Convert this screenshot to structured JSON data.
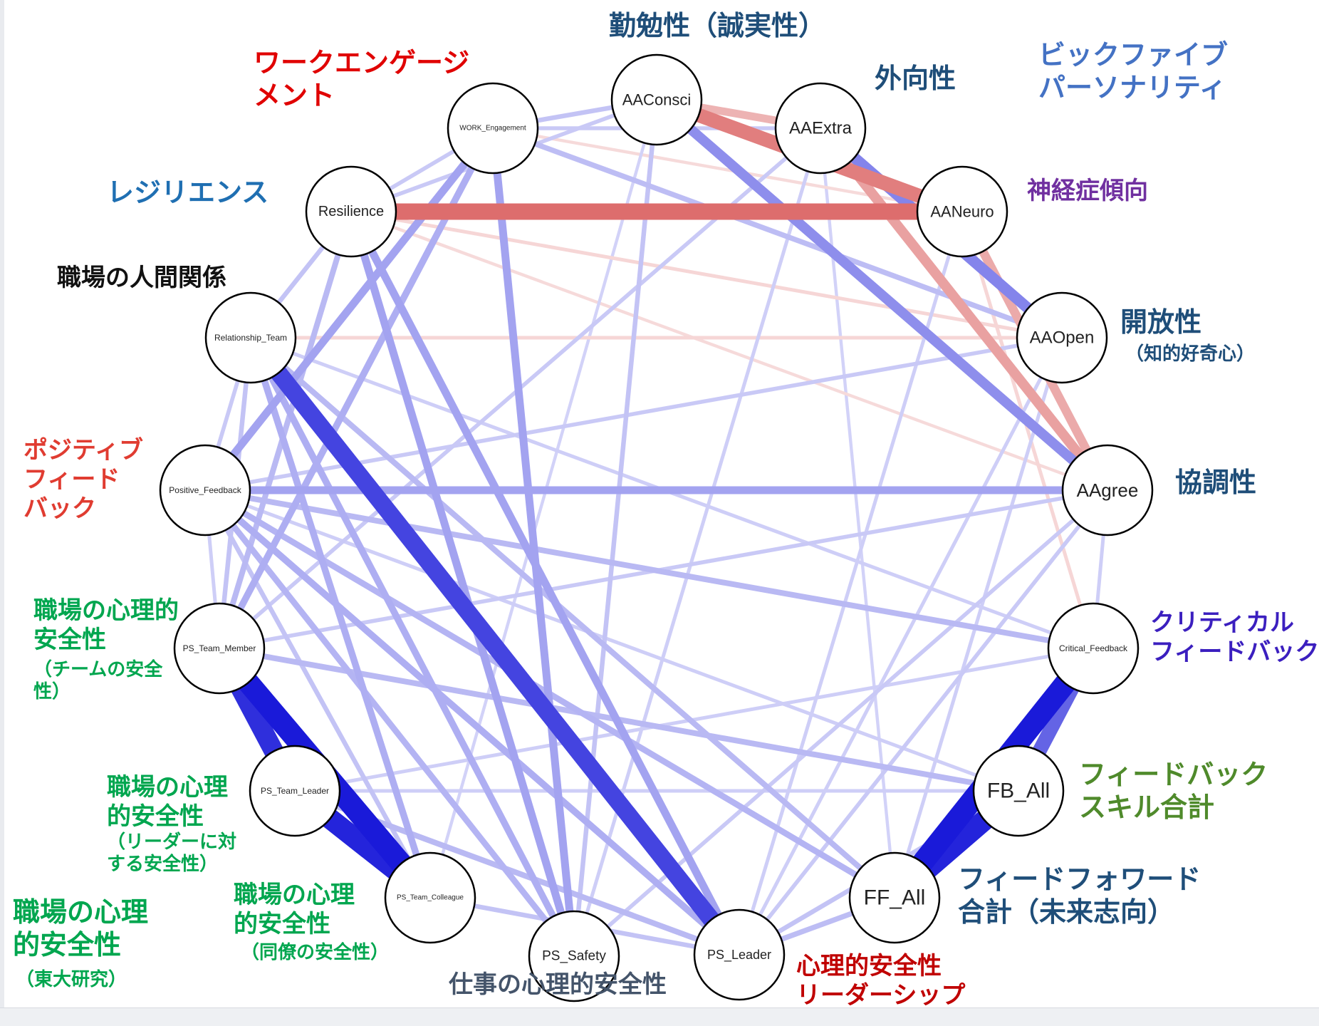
{
  "nodes": [
    {
      "id": "AAConsci",
      "label": "AAConsci",
      "fs": 22
    },
    {
      "id": "AAExtra",
      "label": "AAExtra",
      "fs": 24
    },
    {
      "id": "AANeuro",
      "label": "AANeuro",
      "fs": 22
    },
    {
      "id": "AAOpen",
      "label": "AAOpen",
      "fs": 24
    },
    {
      "id": "AAgree",
      "label": "AAgree",
      "fs": 26
    },
    {
      "id": "Critical_Feedback",
      "label": "Critical_Feedback",
      "fs": 12
    },
    {
      "id": "FB_All",
      "label": "FB_All",
      "fs": 30
    },
    {
      "id": "FF_All",
      "label": "FF_All",
      "fs": 30
    },
    {
      "id": "PS_Leader",
      "label": "PS_Leader",
      "fs": 18
    },
    {
      "id": "PS_Safety",
      "label": "PS_Safety",
      "fs": 19
    },
    {
      "id": "PS_Team_Colleague",
      "label": "PS_Team_Colleague",
      "fs": 10
    },
    {
      "id": "PS_Team_Leader",
      "label": "PS_Team_Leader",
      "fs": 12
    },
    {
      "id": "PS_Team_Member",
      "label": "PS_Team_Member",
      "fs": 12
    },
    {
      "id": "Positive_Feedback",
      "label": "Positive_Feedback",
      "fs": 12
    },
    {
      "id": "Relationship_Team",
      "label": "Relationship_Team",
      "fs": 12
    },
    {
      "id": "Resilience",
      "label": "Resilience",
      "fs": 20
    },
    {
      "id": "WORK_Engagement",
      "label": "WORK_Engagement",
      "fs": 10
    }
  ],
  "edges": [
    {
      "a": "PS_Team_Member",
      "b": "PS_Team_Colleague",
      "sign": "pos",
      "w": 0.95
    },
    {
      "a": "PS_Team_Member",
      "b": "PS_Team_Leader",
      "sign": "pos",
      "w": 0.85
    },
    {
      "a": "PS_Team_Leader",
      "b": "PS_Team_Colleague",
      "sign": "pos",
      "w": 0.9
    },
    {
      "a": "Critical_Feedback",
      "b": "FF_All",
      "sign": "pos",
      "w": 0.95
    },
    {
      "a": "FB_All",
      "b": "FF_All",
      "sign": "pos",
      "w": 0.9
    },
    {
      "a": "Critical_Feedback",
      "b": "FB_All",
      "sign": "pos",
      "w": 0.6
    },
    {
      "a": "Relationship_Team",
      "b": "PS_Leader",
      "sign": "pos",
      "w": 0.75
    },
    {
      "a": "Resilience",
      "b": "AANeuro",
      "sign": "neg",
      "w": 0.7
    },
    {
      "a": "AAConsci",
      "b": "AANeuro",
      "sign": "neg",
      "w": 0.6
    },
    {
      "a": "AAExtra",
      "b": "AAgree",
      "sign": "neg",
      "w": 0.4
    },
    {
      "a": "AANeuro",
      "b": "AAgree",
      "sign": "neg",
      "w": 0.35
    },
    {
      "a": "AAExtra",
      "b": "AAOpen",
      "sign": "pos",
      "w": 0.45
    },
    {
      "a": "AAConsci",
      "b": "AAgree",
      "sign": "pos",
      "w": 0.4
    },
    {
      "a": "AAConsci",
      "b": "AAExtra",
      "sign": "neg",
      "w": 0.3
    },
    {
      "a": "Positive_Feedback",
      "b": "AAgree",
      "sign": "pos",
      "w": 0.3
    },
    {
      "a": "Resilience",
      "b": "PS_Safety",
      "sign": "pos",
      "w": 0.3
    },
    {
      "a": "Resilience",
      "b": "PS_Leader",
      "sign": "pos",
      "w": 0.3
    },
    {
      "a": "WORK_Engagement",
      "b": "PS_Safety",
      "sign": "pos",
      "w": 0.3
    },
    {
      "a": "WORK_Engagement",
      "b": "Positive_Feedback",
      "sign": "pos",
      "w": 0.3
    },
    {
      "a": "WORK_Engagement",
      "b": "PS_Team_Member",
      "sign": "pos",
      "w": 0.25
    },
    {
      "a": "Resilience",
      "b": "PS_Team_Member",
      "sign": "pos",
      "w": 0.2
    },
    {
      "a": "Relationship_Team",
      "b": "PS_Safety",
      "sign": "pos",
      "w": 0.25
    },
    {
      "a": "Positive_Feedback",
      "b": "PS_Leader",
      "sign": "pos",
      "w": 0.25
    },
    {
      "a": "Positive_Feedback",
      "b": "FF_All",
      "sign": "pos",
      "w": 0.22
    },
    {
      "a": "Positive_Feedback",
      "b": "Critical_Feedback",
      "sign": "pos",
      "w": 0.2
    },
    {
      "a": "PS_Team_Member",
      "b": "FB_All",
      "sign": "pos",
      "w": 0.2
    },
    {
      "a": "Relationship_Team",
      "b": "FF_All",
      "sign": "pos",
      "w": 0.2
    },
    {
      "a": "Relationship_Team",
      "b": "PS_Team_Colleague",
      "sign": "pos",
      "w": 0.25
    },
    {
      "a": "PS_Team_Leader",
      "b": "PS_Leader",
      "sign": "pos",
      "w": 0.2
    },
    {
      "a": "PS_Team_Colleague",
      "b": "PS_Leader",
      "sign": "pos",
      "w": 0.15
    },
    {
      "a": "PS_Safety",
      "b": "Positive_Feedback",
      "sign": "pos",
      "w": 0.22
    },
    {
      "a": "PS_Leader",
      "b": "FF_All",
      "sign": "pos",
      "w": 0.18
    },
    {
      "a": "PS_Leader",
      "b": "FB_All",
      "sign": "pos",
      "w": 0.15
    },
    {
      "a": "AAConsci",
      "b": "PS_Safety",
      "sign": "pos",
      "w": 0.15
    },
    {
      "a": "AAConsci",
      "b": "WORK_Engagement",
      "sign": "pos",
      "w": 0.15
    },
    {
      "a": "WORK_Engagement",
      "b": "AAOpen",
      "sign": "pos",
      "w": 0.18
    },
    {
      "a": "AAExtra",
      "b": "WORK_Engagement",
      "sign": "pos",
      "w": 0.12
    },
    {
      "a": "Resilience",
      "b": "AAOpen",
      "sign": "neg",
      "w": 0.1
    },
    {
      "a": "Relationship_Team",
      "b": "AAOpen",
      "sign": "neg",
      "w": 0.1
    },
    {
      "a": "AAConsci",
      "b": "Resilience",
      "sign": "pos",
      "w": 0.12
    },
    {
      "a": "AAExtra",
      "b": "PS_Team_Member",
      "sign": "pos",
      "w": 0.12
    },
    {
      "a": "AAgree",
      "b": "PS_Safety",
      "sign": "pos",
      "w": 0.12
    },
    {
      "a": "AAgree",
      "b": "PS_Team_Member",
      "sign": "pos",
      "w": 0.12
    },
    {
      "a": "AAOpen",
      "b": "Positive_Feedback",
      "sign": "pos",
      "w": 0.12
    },
    {
      "a": "Critical_Feedback",
      "b": "PS_Team_Leader",
      "sign": "pos",
      "w": 0.1
    },
    {
      "a": "Critical_Feedback",
      "b": "Relationship_Team",
      "sign": "pos",
      "w": 0.1
    },
    {
      "a": "Positive_Feedback",
      "b": "PS_Team_Colleague",
      "sign": "pos",
      "w": 0.15
    },
    {
      "a": "PS_Team_Leader",
      "b": "FB_All",
      "sign": "pos",
      "w": 0.1
    },
    {
      "a": "Relationship_Team",
      "b": "PS_Team_Member",
      "sign": "pos",
      "w": 0.15
    },
    {
      "a": "Resilience",
      "b": "Relationship_Team",
      "sign": "pos",
      "w": 0.15
    },
    {
      "a": "Positive_Feedback",
      "b": "PS_Safety",
      "sign": "pos",
      "w": 0.12
    },
    {
      "a": "AANeuro",
      "b": "Critical_Feedback",
      "sign": "neg",
      "w": 0.1
    },
    {
      "a": "AANeuro",
      "b": "PS_Leader",
      "sign": "pos",
      "w": 0.1
    },
    {
      "a": "AAExtra",
      "b": "PS_Safety",
      "sign": "pos",
      "w": 0.1
    },
    {
      "a": "AAOpen",
      "b": "FF_All",
      "sign": "pos",
      "w": 0.1
    },
    {
      "a": "AAExtra",
      "b": "FF_All",
      "sign": "pos",
      "w": 0.08
    },
    {
      "a": "AAgree",
      "b": "PS_Leader",
      "sign": "pos",
      "w": 0.12
    },
    {
      "a": "Resilience",
      "b": "AAgree",
      "sign": "neg",
      "w": 0.08
    },
    {
      "a": "WORK_Engagement",
      "b": "AANeuro",
      "sign": "neg",
      "w": 0.08
    },
    {
      "a": "AAgree",
      "b": "Critical_Feedback",
      "sign": "pos",
      "w": 0.1
    },
    {
      "a": "Relationship_Team",
      "b": "Positive_Feedback",
      "sign": "pos",
      "w": 0.12
    },
    {
      "a": "PS_Team_Member",
      "b": "Positive_Feedback",
      "sign": "pos",
      "w": 0.1
    },
    {
      "a": "WORK_Engagement",
      "b": "Resilience",
      "sign": "pos",
      "w": 0.12
    },
    {
      "a": "AAConsci",
      "b": "PS_Team_Colleague",
      "sign": "pos",
      "w": 0.08
    },
    {
      "a": "AAOpen",
      "b": "PS_Leader",
      "sign": "pos",
      "w": 0.1
    },
    {
      "a": "Positive_Feedback",
      "b": "FB_All",
      "sign": "pos",
      "w": 0.1
    }
  ],
  "labels": [
    {
      "key": "AAConsci",
      "lines": [
        "勤勉性（誠実性）"
      ],
      "color": "#1f4e79",
      "cls": "lg"
    },
    {
      "key": "AAExtra",
      "lines": [
        "外向性"
      ],
      "color": "#1f4e79",
      "cls": "lg"
    },
    {
      "key": "bigfive",
      "lines": [
        "ビックファイブ",
        "パーソナリティ"
      ],
      "color": "#4472c4",
      "cls": "lg"
    },
    {
      "key": "WORK_Engagement",
      "lines": [
        "ワークエンゲージ",
        "メント"
      ],
      "color": "#e00000",
      "cls": "lg"
    },
    {
      "key": "Resilience",
      "lines": [
        "レジリエンス"
      ],
      "color": "#1f6fb2",
      "cls": "lg"
    },
    {
      "key": "AANeuro",
      "lines": [
        "神経症傾向"
      ],
      "color": "#7030a0",
      "cls": "md"
    },
    {
      "key": "Relationship_Team",
      "lines": [
        "職場の人間関係"
      ],
      "color": "#111111",
      "cls": "md"
    },
    {
      "key": "AAOpen",
      "lines": [
        "開放性"
      ],
      "color": "#1f4e79",
      "cls": "lg"
    },
    {
      "key": "AAOpen_sub",
      "lines": [
        "（知的好奇心）"
      ],
      "color": "#1f4e79",
      "cls": "sm"
    },
    {
      "key": "Positive_Feedback",
      "lines": [
        "ポジティブ",
        "フィード",
        "バック"
      ],
      "color": "#e03c31",
      "cls": "md"
    },
    {
      "key": "AAgree",
      "lines": [
        "協調性"
      ],
      "color": "#1f4e79",
      "cls": "lg"
    },
    {
      "key": "PS_Team_Member",
      "lines": [
        "職場の心理的",
        "安全性"
      ],
      "color": "#00a64f",
      "cls": "md"
    },
    {
      "key": "PS_Team_Member_sub",
      "lines": [
        "（チームの安全",
        "性）"
      ],
      "color": "#00a64f",
      "cls": "sm"
    },
    {
      "key": "Critical_Feedback",
      "lines": [
        "クリティカル",
        "フィードバック"
      ],
      "color": "#3b1fbf",
      "cls": "md"
    },
    {
      "key": "PS_Team_Leader",
      "lines": [
        "職場の心理",
        "的安全性"
      ],
      "color": "#00a64f",
      "cls": "md"
    },
    {
      "key": "PS_Team_Leader_sub",
      "lines": [
        "（リーダーに対",
        "する安全性）"
      ],
      "color": "#00a64f",
      "cls": "sm"
    },
    {
      "key": "FB_All",
      "lines": [
        "フィードバック",
        "スキル合計"
      ],
      "color": "#4f8a2b",
      "cls": "lg"
    },
    {
      "key": "FF_All",
      "lines": [
        "フィードフォワード",
        "合計（未来志向）"
      ],
      "color": "#1f4e79",
      "cls": "lg"
    },
    {
      "key": "PS_Team_Colleague",
      "lines": [
        "職場の心理",
        "的安全性"
      ],
      "color": "#00a64f",
      "cls": "md"
    },
    {
      "key": "PS_Team_Colleague_sub",
      "lines": [
        "（同僚の安全性）"
      ],
      "color": "#00a64f",
      "cls": "sm"
    },
    {
      "key": "todai",
      "lines": [
        "職場の心理",
        "的安全性"
      ],
      "color": "#00a64f",
      "cls": "lg"
    },
    {
      "key": "todai_sub",
      "lines": [
        "（東大研究）"
      ],
      "color": "#00a64f",
      "cls": "sm"
    },
    {
      "key": "PS_Safety",
      "lines": [
        "仕事の心理的安全性"
      ],
      "color": "#44546a",
      "cls": "md"
    },
    {
      "key": "PS_Leader",
      "lines": [
        "心理的安全性",
        "リーダーシップ"
      ],
      "color": "#c00000",
      "cls": "md"
    }
  ],
  "colors": {
    "positive": "#1414d8",
    "negative": "#d23c3c"
  }
}
